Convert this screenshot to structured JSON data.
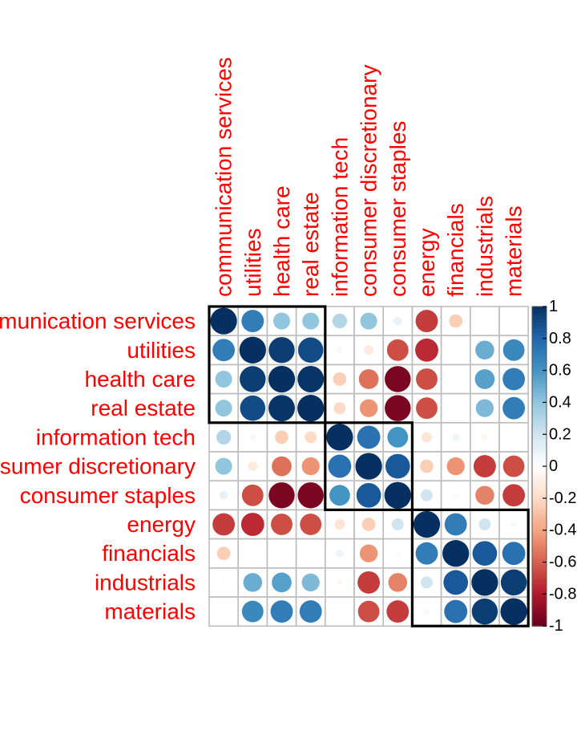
{
  "chart_data": {
    "type": "heatmap",
    "variables": [
      "communication services",
      "utilities",
      "health care",
      "real estate",
      "information tech",
      "consumer discretionary",
      "consumer staples",
      "energy",
      "financials",
      "industrials",
      "materials"
    ],
    "matrix": [
      [
        1.0,
        0.7,
        0.4,
        0.4,
        0.3,
        0.4,
        0.1,
        -0.7,
        -0.25,
        0.02,
        0.0
      ],
      [
        0.7,
        1.0,
        0.95,
        0.9,
        0.05,
        -0.12,
        -0.65,
        -0.75,
        0.0,
        0.5,
        0.65
      ],
      [
        0.4,
        0.95,
        1.0,
        0.98,
        -0.25,
        -0.55,
        -0.95,
        -0.65,
        0.01,
        0.55,
        0.7
      ],
      [
        0.4,
        0.9,
        0.98,
        1.0,
        -0.2,
        -0.45,
        -0.95,
        -0.65,
        0.0,
        0.45,
        0.7
      ],
      [
        0.3,
        0.05,
        -0.25,
        -0.2,
        1.0,
        0.75,
        0.6,
        -0.15,
        0.08,
        -0.05,
        0.0
      ],
      [
        0.4,
        -0.12,
        -0.55,
        -0.45,
        0.75,
        1.0,
        0.85,
        -0.25,
        -0.45,
        -0.7,
        -0.65
      ],
      [
        0.1,
        -0.65,
        -0.95,
        -0.95,
        0.6,
        0.85,
        1.0,
        0.2,
        -0.03,
        -0.5,
        -0.7
      ],
      [
        -0.7,
        -0.75,
        -0.65,
        -0.65,
        -0.15,
        -0.25,
        0.2,
        1.0,
        0.7,
        0.2,
        0.05
      ],
      [
        -0.25,
        0.0,
        0.01,
        0.0,
        0.08,
        -0.45,
        -0.03,
        0.7,
        1.0,
        0.85,
        0.75
      ],
      [
        0.02,
        0.5,
        0.55,
        0.45,
        -0.05,
        -0.7,
        -0.5,
        0.2,
        0.85,
        1.0,
        0.95
      ],
      [
        0.0,
        0.65,
        0.7,
        0.7,
        0.0,
        -0.65,
        -0.7,
        0.05,
        0.75,
        0.95,
        1.0
      ]
    ],
    "clusters": [
      [
        0,
        3
      ],
      [
        4,
        6
      ],
      [
        7,
        10
      ]
    ],
    "colorbar": {
      "ticks": [
        1,
        0.8,
        0.6,
        0.4,
        0.2,
        0,
        -0.2,
        -0.4,
        -0.6,
        -0.8,
        -1
      ],
      "tick_labels": [
        "1",
        "0.8",
        "0.6",
        "0.4",
        "0.2",
        "0",
        "-0.2",
        "-0.4",
        "-0.6",
        "-0.8",
        "-1"
      ],
      "range": [
        -1,
        1
      ]
    },
    "method": "circle",
    "label_color": "#ff0000",
    "palette": [
      "#67001f",
      "#b2182b",
      "#d6604d",
      "#f4a582",
      "#fddbc7",
      "#ffffff",
      "#d1e5f0",
      "#92c5de",
      "#4393c3",
      "#2166ac",
      "#053061"
    ]
  }
}
